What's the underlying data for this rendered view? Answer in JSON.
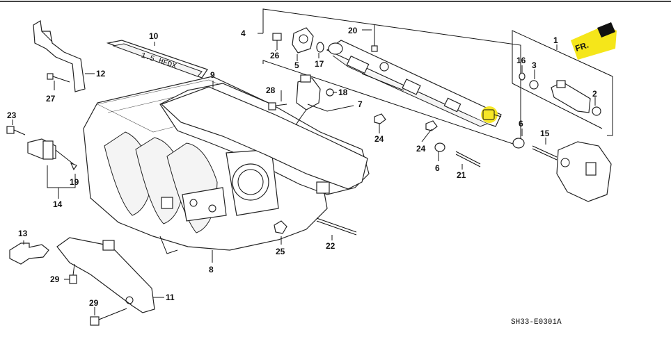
{
  "diagram": {
    "code": "SH33-E0301A",
    "direction_badge": "FR.",
    "cover_text": "1.5 HFDX",
    "highlight_color": "#f5e61a",
    "callouts": {
      "c1": "1",
      "c2": "2",
      "c3": "3",
      "c4": "4",
      "c5": "5",
      "c6a": "6",
      "c6b": "6",
      "c7": "7",
      "c8": "8",
      "c9": "9",
      "c10": "10",
      "c11": "11",
      "c12": "12",
      "c13": "13",
      "c14": "14",
      "c15": "15",
      "c16": "16",
      "c17": "17",
      "c18": "18",
      "c19": "19",
      "c20": "20",
      "c21": "21",
      "c22": "22",
      "c23": "23",
      "c24a": "24",
      "c24b": "24",
      "c25": "25",
      "c26": "26",
      "c27": "27",
      "c28": "28",
      "c29a": "29",
      "c29b": "29"
    }
  }
}
